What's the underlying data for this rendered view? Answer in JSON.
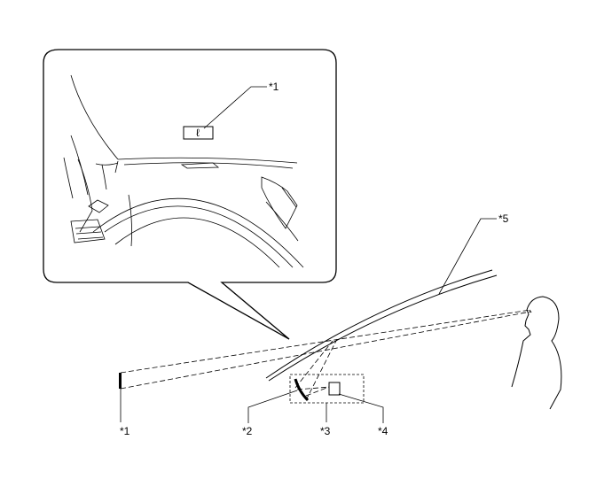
{
  "callouts": {
    "inset_1": "*1",
    "c1": "*1",
    "c2": "*2",
    "c3": "*3",
    "c4": "*4",
    "c5": "*5"
  },
  "hud_display_glyph": "ℓ",
  "colors": {
    "line": "#000000",
    "background": "#ffffff"
  }
}
